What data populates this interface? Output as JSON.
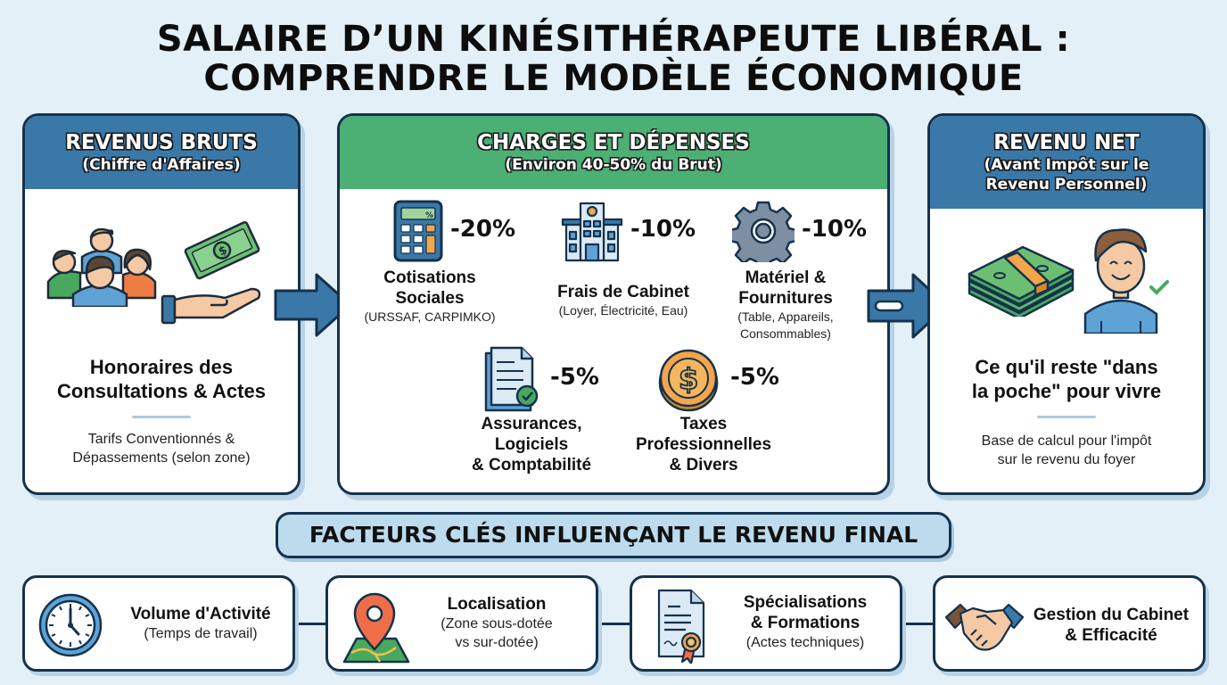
{
  "title": {
    "line1": "SALAIRE D’UN KINÉSITHÉRAPEUTE LIBÉRAL :",
    "line2": "COMPRENDRE LE MODÈLE ÉCONOMIQUE"
  },
  "colors": {
    "background": "#e3f0f8",
    "blue_header": "#3a78a8",
    "green_header": "#4caf74",
    "border": "#15324d",
    "banner": "#bcdcee"
  },
  "gross": {
    "header_title": "REVENUS BRUTS",
    "header_subtitle": "(Chiffre d'Affaires)",
    "icons": [
      "patients-group-icon",
      "hand-receiving-money-icon"
    ],
    "main_label_line1": "Honoraires des",
    "main_label_line2": "Consultations & Actes",
    "sub_label_line1": "Tarifs Conventionnés &",
    "sub_label_line2": "Dépassements (selon zone)"
  },
  "charges": {
    "header_title": "CHARGES ET DÉPENSES",
    "header_subtitle": "(Environ 40-50% du Brut)",
    "items": [
      {
        "icon": "calculator-icon",
        "percent": "-20%",
        "label_line1": "Cotisations",
        "label_line2": "Sociales",
        "detail_line1": "(URSSAF, CARPIMKO)",
        "detail_line2": ""
      },
      {
        "icon": "building-icon",
        "percent": "-10%",
        "label_line1": "Frais de Cabinet",
        "label_line2": "",
        "detail_line1": "(Loyer, Électricité, Eau)",
        "detail_line2": ""
      },
      {
        "icon": "gear-icon",
        "percent": "-10%",
        "label_line1": "Matériel &",
        "label_line2": "Fournitures",
        "detail_line1": "(Table, Appareils,",
        "detail_line2": "Consommables)"
      },
      {
        "icon": "document-check-icon",
        "percent": "-5%",
        "label_line1": "Assurances,",
        "label_line2": "Logiciels",
        "label_line3": "& Comptabilité"
      },
      {
        "icon": "coin-dollar-icon",
        "percent": "-5%",
        "label_line1": "Taxes",
        "label_line2": "Professionnelles",
        "label_line3": "& Divers"
      }
    ]
  },
  "net": {
    "header_title": "REVENU NET",
    "header_subtitle_line1": "(Avant Impôt sur le",
    "header_subtitle_line2": "Revenu Personnel)",
    "icons": [
      "money-stack-icon",
      "happy-person-icon"
    ],
    "main_label_line1": "Ce qu'il reste \"dans",
    "main_label_line2": "la poche\" pour vivre",
    "sub_label_line1": "Base de calcul pour l'impôt",
    "sub_label_line2": "sur le revenu du foyer"
  },
  "factors": {
    "banner": "FACTEURS CLÉS INFLUENÇANT LE REVENU FINAL",
    "items": [
      {
        "icon": "clock-icon",
        "title_line1": "Volume d'Activité",
        "title_line2": "",
        "subtitle_line1": "(Temps de travail)",
        "subtitle_line2": ""
      },
      {
        "icon": "map-pin-icon",
        "title_line1": "Localisation",
        "title_line2": "",
        "subtitle_line1": "(Zone sous-dotée",
        "subtitle_line2": "vs sur-dotée)"
      },
      {
        "icon": "certificate-icon",
        "title_line1": "Spécialisations",
        "title_line2": "& Formations",
        "subtitle_line1": "(Actes techniques)",
        "subtitle_line2": ""
      },
      {
        "icon": "handshake-icon",
        "title_line1": "Gestion du Cabinet",
        "title_line2": "& Efficacité",
        "subtitle_line1": "",
        "subtitle_line2": ""
      }
    ]
  }
}
